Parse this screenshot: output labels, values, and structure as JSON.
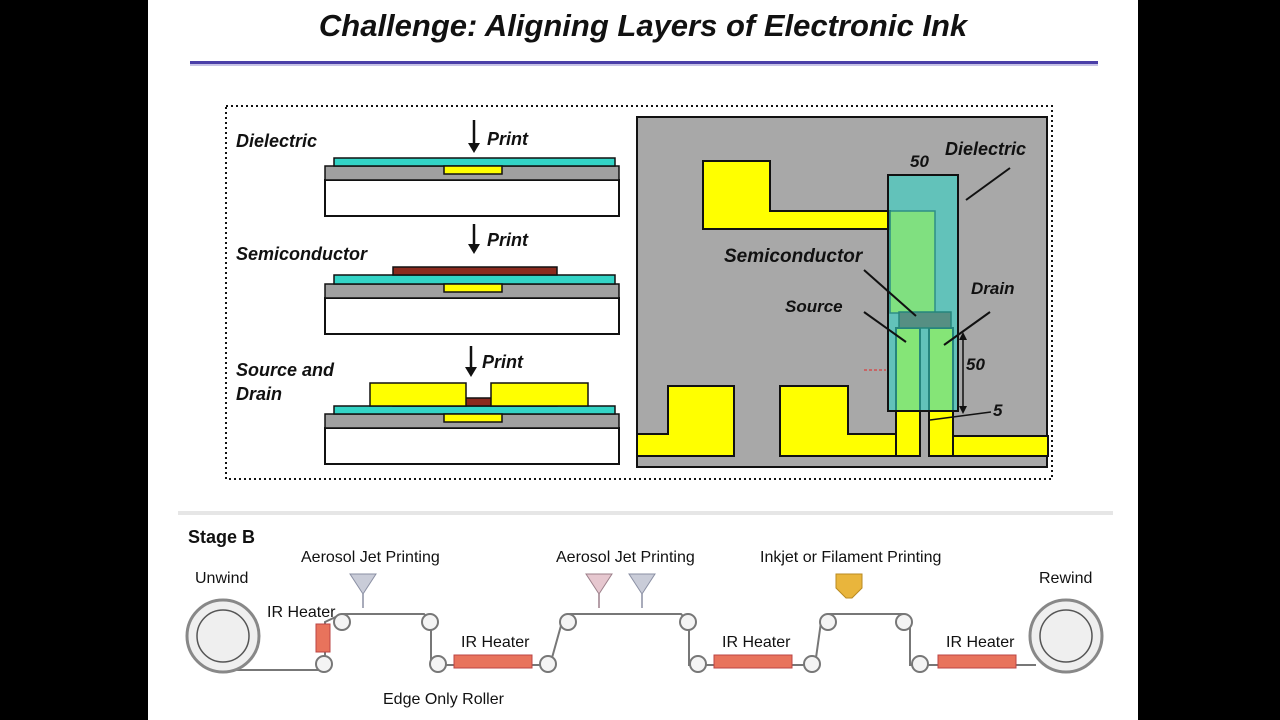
{
  "slide": {
    "title": "Challenge: Aligning Layers of Electronic Ink"
  },
  "cross_section": {
    "steps": [
      {
        "label_lines": [
          "Dielectric"
        ],
        "print_label": "Print"
      },
      {
        "label_lines": [
          "Semiconductor"
        ],
        "print_label": "Print"
      },
      {
        "label_lines": [
          "Source and",
          "Drain"
        ],
        "print_label": "Print"
      }
    ]
  },
  "layout_view": {
    "dielectric_label": "Dielectric",
    "semiconductor_label": "Semiconductor",
    "source_label": "Source",
    "drain_label": "Drain",
    "dim_width": "50",
    "dim_length": "50",
    "dim_gap": "5"
  },
  "stage_b": {
    "title": "Stage B",
    "unwind": "Unwind",
    "rewind": "Rewind",
    "aerosol_1": "Aerosol Jet Printing",
    "aerosol_2": "Aerosol Jet Printing",
    "inkjet": "Inkjet or Filament Printing",
    "ir_heater_vertical": "IR Heater",
    "ir_heater_1": "IR Heater",
    "ir_heater_2": "IR Heater",
    "ir_heater_3": "IR Heater",
    "edge_roller": "Edge Only Roller"
  },
  "colors": {
    "dielectric": "#33d4c6",
    "semiconductor": "#8b2a1e",
    "metal": "#ffff00",
    "substrate_gray": "#a0a0a0",
    "heater": "#e8735c",
    "title_rule": "#4b3fa8"
  }
}
